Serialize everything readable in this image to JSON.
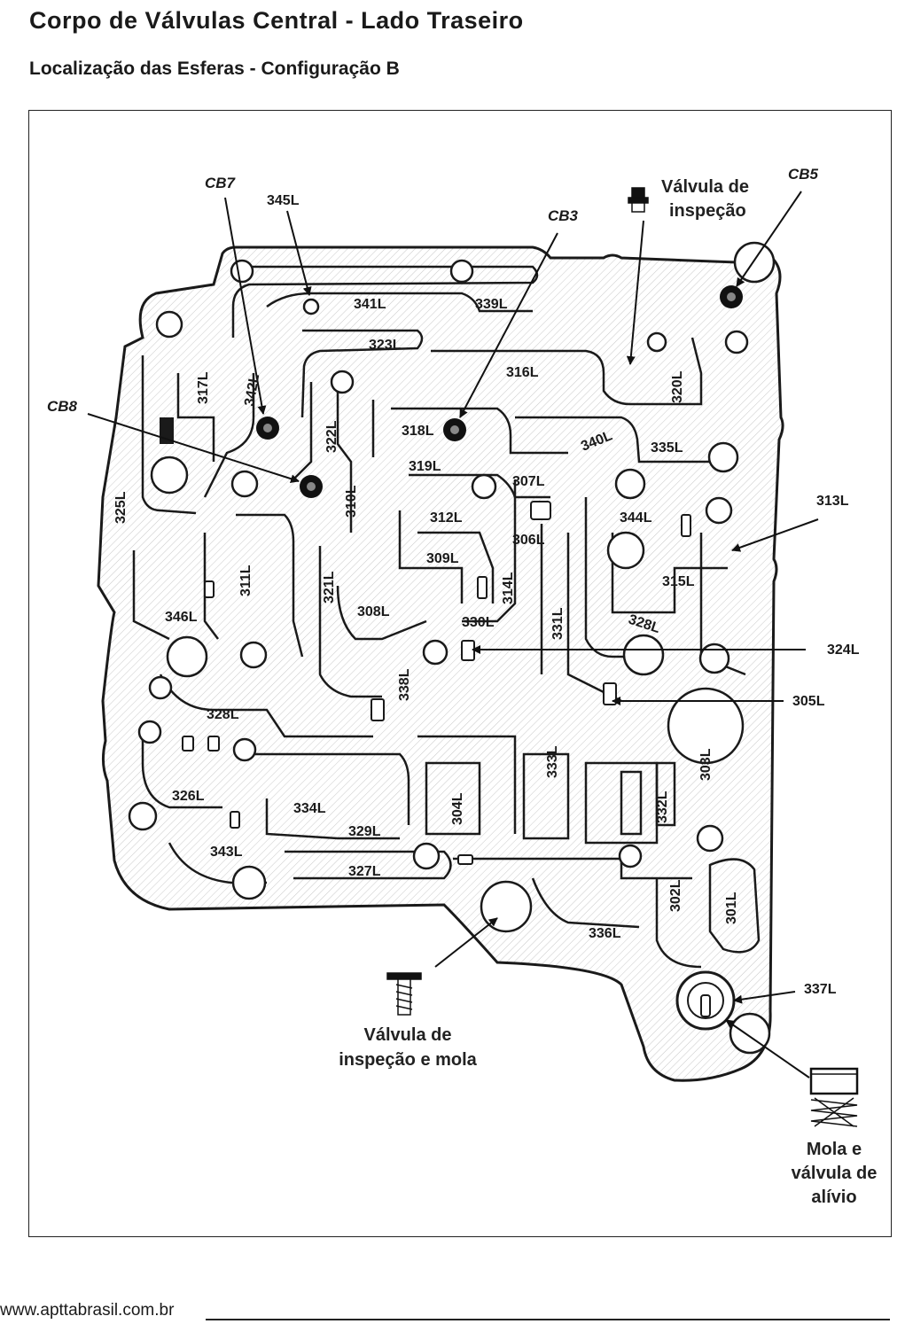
{
  "header": {
    "title": "Corpo de Válvulas Central - Lado Traseiro",
    "subtitle": "Localização das Esferas  -  Configuração B"
  },
  "diagram": {
    "check_balls": {
      "cb7": "CB7",
      "cb5": "CB5",
      "cb3": "CB3",
      "cb8": "CB8"
    },
    "passages": {
      "p345": "345L",
      "p341": "341L",
      "p339": "339L",
      "p323": "323L",
      "p316": "316L",
      "p320": "320L",
      "p317": "317L",
      "p342": "342L",
      "p322": "322L",
      "p318": "318L",
      "p340": "340L",
      "p335": "335L",
      "p319": "319L",
      "p307": "307L",
      "p310": "310L",
      "p325": "325L",
      "p312": "312L",
      "p344": "344L",
      "p313": "313L",
      "p306": "306L",
      "p309": "309L",
      "p311": "311L",
      "p321": "321L",
      "p314": "314L",
      "p315": "315L",
      "p308": "308L",
      "p346": "346L",
      "p330": "330L",
      "p331": "331L",
      "p328a": "328L",
      "p324": "324L",
      "p338": "338L",
      "p305": "305L",
      "p328b": "328L",
      "p333": "333L",
      "p303": "303L",
      "p326": "326L",
      "p304": "304L",
      "p332": "332L",
      "p334": "334L",
      "p329": "329L",
      "p343": "343L",
      "p327": "327L",
      "p302": "302L",
      "p301": "301L",
      "p336": "336L",
      "p337": "337L"
    },
    "callouts": {
      "check_valve_line1": "Válvula de",
      "check_valve_line2": "inspeção",
      "check_spring_line1": "Válvula de",
      "check_spring_line2": "inspeção e mola",
      "relief_line1": "Mola e",
      "relief_line2": "válvula de",
      "relief_line3": "alívio"
    }
  },
  "footer": {
    "url": "www.apttabrasil.com.br"
  }
}
